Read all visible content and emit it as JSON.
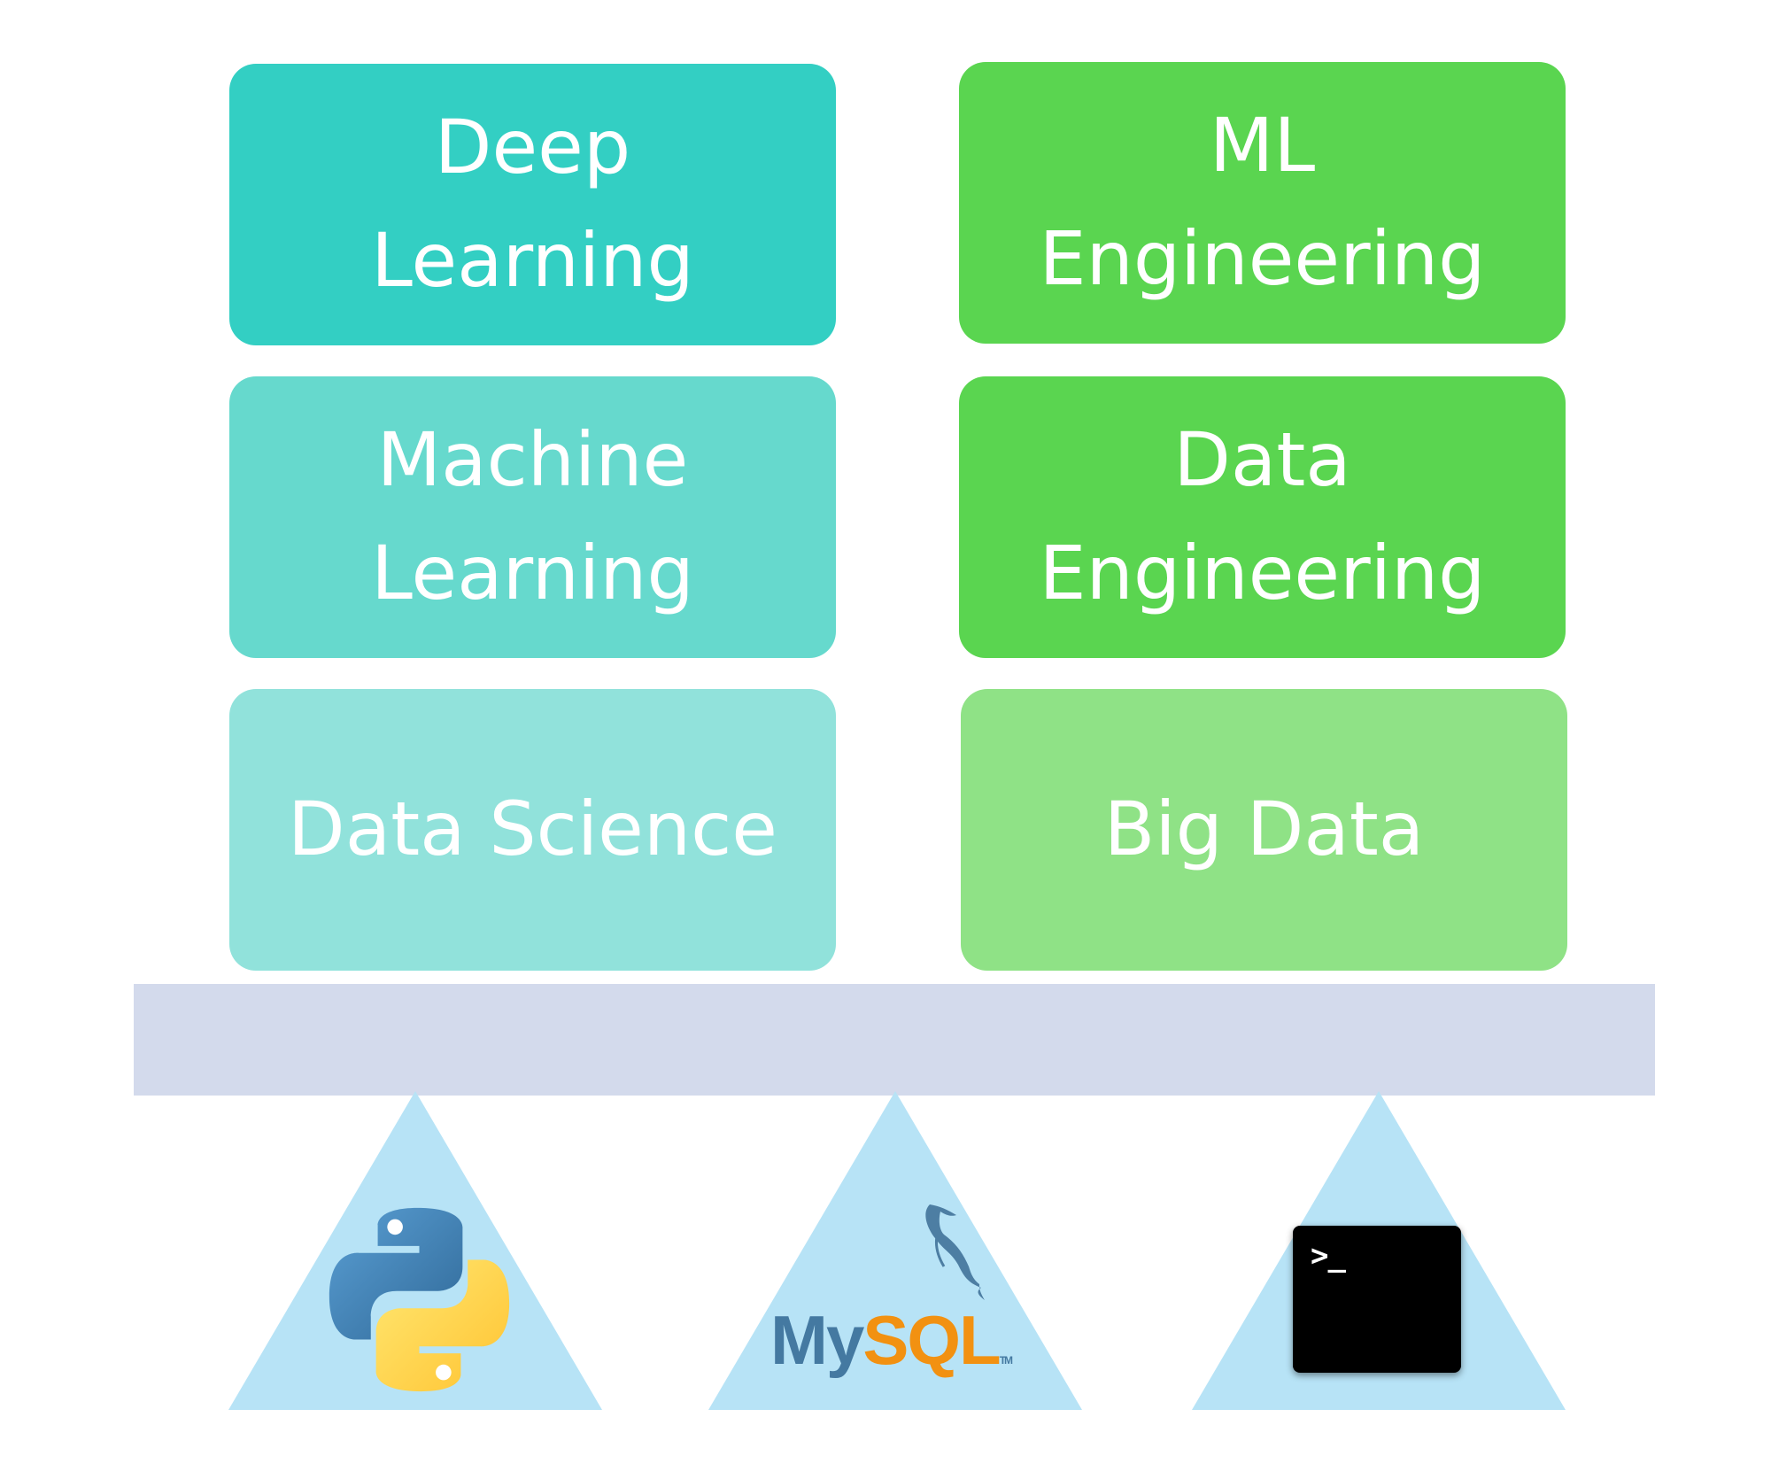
{
  "boxes": {
    "deep_learning": "Deep\nLearning",
    "machine_learning": "Machine\nLearning",
    "data_science": "Data Science",
    "ml_engineering": "ML\nEngineering",
    "data_engineering": "Data\nEngineering",
    "big_data": "Big Data"
  },
  "foundations": {
    "python": "python-logo-icon",
    "mysql": "MySQL",
    "mysql_tm": "TM",
    "terminal": "terminal-icon",
    "terminal_prompt": ">_"
  },
  "colors": {
    "teal_dark": "#33cfc3",
    "teal_mid": "#66d9cd",
    "teal_light": "#91e2db",
    "green_dark": "#5ad550",
    "green_light": "#8fe286",
    "beam": "#d3daec",
    "triangle": "#b7e3f6"
  }
}
